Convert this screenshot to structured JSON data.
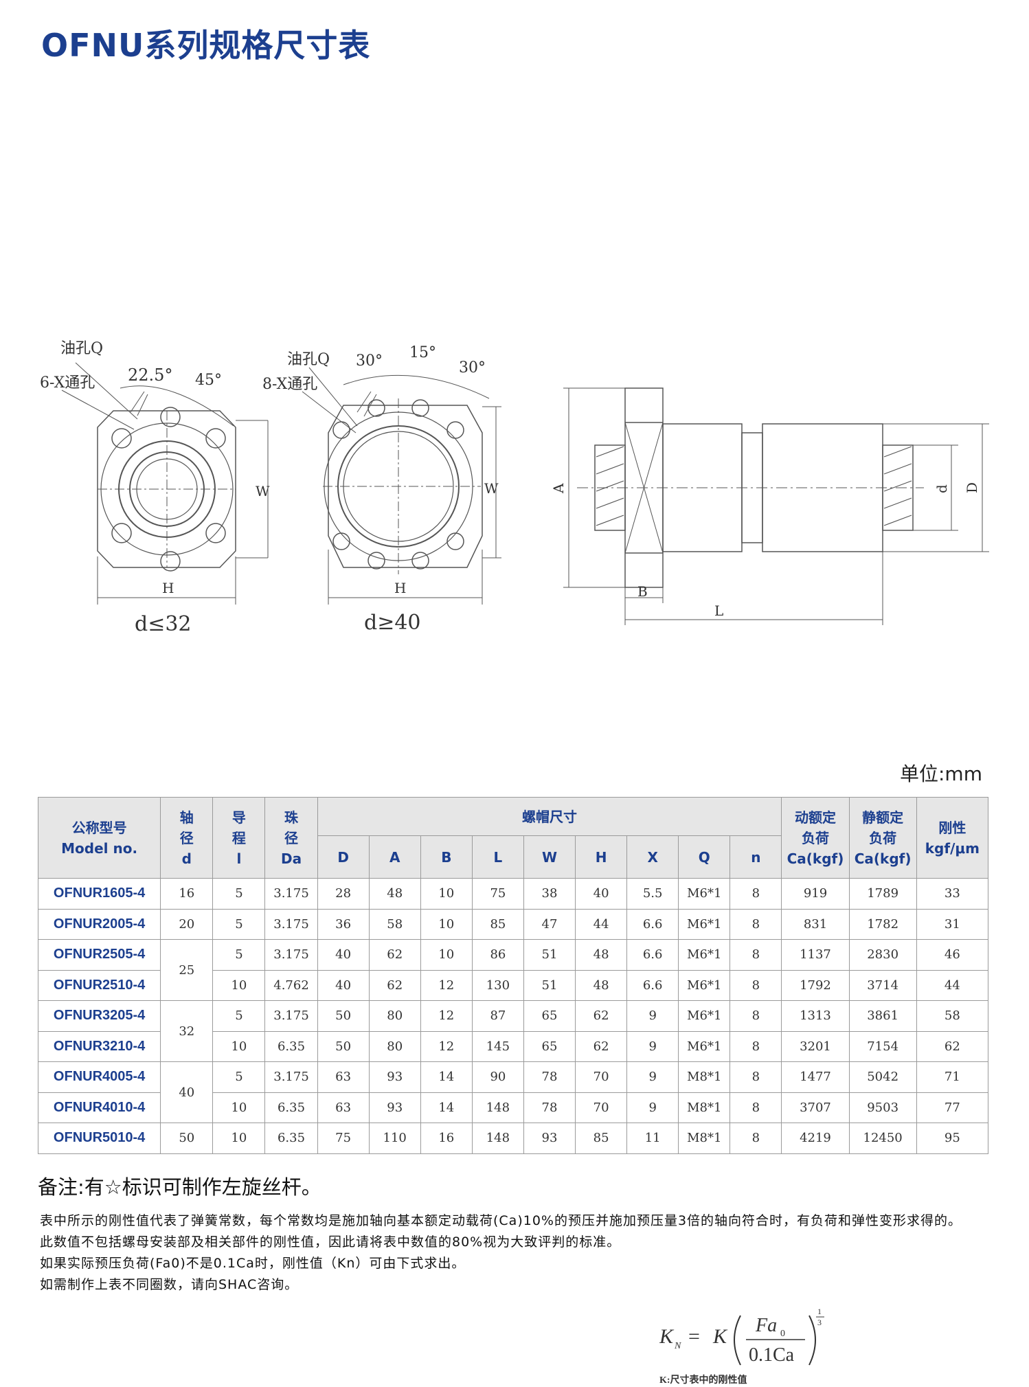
{
  "title": "OFNU系列规格尺寸表",
  "drawing": {
    "left_labels": {
      "oil": "油孔Q",
      "holes": "6-X通孔",
      "angle1": "22.5°",
      "angle2": "45°",
      "w": "W",
      "h": "H",
      "caption": "d≤32"
    },
    "middle_labels": {
      "oil": "油孔Q",
      "holes": "8-X通孔",
      "angle1": "30°",
      "angle2": "15°",
      "angle3": "30°",
      "w": "W",
      "h": "H",
      "caption": "d≥40"
    },
    "side_labels": {
      "a": "A",
      "b": "B",
      "l": "L",
      "d_small": "d",
      "d_big": "D"
    }
  },
  "unit": "单位:mm",
  "table": {
    "headers": {
      "model_cn": "公称型号",
      "model_en": "Model no.",
      "shaft": [
        "轴",
        "径",
        "d"
      ],
      "lead": [
        "导",
        "程",
        "l"
      ],
      "ball": [
        "珠",
        "径",
        "Da"
      ],
      "nut": "螺帽尺寸",
      "nut_cols": [
        "D",
        "A",
        "B",
        "L",
        "W",
        "H",
        "X",
        "Q",
        "n"
      ],
      "dyn": [
        "动额定",
        "负荷",
        "Ca(kgf)"
      ],
      "stat": [
        "静额定",
        "负荷",
        "Ca(kgf)"
      ],
      "rigid": [
        "刚性",
        "kgf/μm"
      ]
    },
    "rows": [
      {
        "model": "OFNUR1605-4",
        "d": "16",
        "l": "5",
        "Da": "3.175",
        "D": "28",
        "A": "48",
        "B": "10",
        "L": "75",
        "W": "38",
        "H": "40",
        "X": "5.5",
        "Q": "M6*1",
        "n": "8",
        "Ca": "919",
        "C0a": "1789",
        "K": "33"
      },
      {
        "model": "OFNUR2005-4",
        "d": "20",
        "l": "5",
        "Da": "3.175",
        "D": "36",
        "A": "58",
        "B": "10",
        "L": "85",
        "W": "47",
        "H": "44",
        "X": "6.6",
        "Q": "M6*1",
        "n": "8",
        "Ca": "831",
        "C0a": "1782",
        "K": "31"
      },
      {
        "model": "OFNUR2505-4",
        "d": "25",
        "l": "5",
        "Da": "3.175",
        "D": "40",
        "A": "62",
        "B": "10",
        "L": "86",
        "W": "51",
        "H": "48",
        "X": "6.6",
        "Q": "M6*1",
        "n": "8",
        "Ca": "1137",
        "C0a": "2830",
        "K": "46"
      },
      {
        "model": "OFNUR2510-4",
        "d": "",
        "l": "10",
        "Da": "4.762",
        "D": "40",
        "A": "62",
        "B": "12",
        "L": "130",
        "W": "51",
        "H": "48",
        "X": "6.6",
        "Q": "M6*1",
        "n": "8",
        "Ca": "1792",
        "C0a": "3714",
        "K": "44"
      },
      {
        "model": "OFNUR3205-4",
        "d": "32",
        "l": "5",
        "Da": "3.175",
        "D": "50",
        "A": "80",
        "B": "12",
        "L": "87",
        "W": "65",
        "H": "62",
        "X": "9",
        "Q": "M6*1",
        "n": "8",
        "Ca": "1313",
        "C0a": "3861",
        "K": "58"
      },
      {
        "model": "OFNUR3210-4",
        "d": "",
        "l": "10",
        "Da": "6.35",
        "D": "50",
        "A": "80",
        "B": "12",
        "L": "145",
        "W": "65",
        "H": "62",
        "X": "9",
        "Q": "M6*1",
        "n": "8",
        "Ca": "3201",
        "C0a": "7154",
        "K": "62"
      },
      {
        "model": "OFNUR4005-4",
        "d": "40",
        "l": "5",
        "Da": "3.175",
        "D": "63",
        "A": "93",
        "B": "14",
        "L": "90",
        "W": "78",
        "H": "70",
        "X": "9",
        "Q": "M8*1",
        "n": "8",
        "Ca": "1477",
        "C0a": "5042",
        "K": "71"
      },
      {
        "model": "OFNUR4010-4",
        "d": "",
        "l": "10",
        "Da": "6.35",
        "D": "63",
        "A": "93",
        "B": "14",
        "L": "148",
        "W": "78",
        "H": "70",
        "X": "9",
        "Q": "M8*1",
        "n": "8",
        "Ca": "3707",
        "C0a": "9503",
        "K": "77"
      },
      {
        "model": "OFNUR5010-4",
        "d": "50",
        "l": "10",
        "Da": "6.35",
        "D": "75",
        "A": "110",
        "B": "16",
        "L": "148",
        "W": "93",
        "H": "85",
        "X": "11",
        "Q": "M8*1",
        "n": "8",
        "Ca": "4219",
        "C0a": "12450",
        "K": "95"
      }
    ]
  },
  "note_head": "备注:有☆标识可制作左旋丝杆。",
  "notes": [
    "表中所示的刚性值代表了弹簧常数，每个常数均是施加轴向基本额定动载荷(Ca)10%的预压并施加预压量3倍的轴向符合时，有负荷和弹性变形求得的。",
    "此数值不包括螺母安装部及相关部件的刚性值，因此请将表中数值的80%视为大致评判的标准。",
    "如果实际预压负荷(Fa0)不是0.1Ca时，刚性值（Kn）可由下式求出。",
    "如需制作上表不同圈数，请向SHAC咨询。"
  ],
  "formula": {
    "lhs": "K",
    "lhs_sub": "N",
    "rhs": "K",
    "num": "Fa",
    "num_sub": "0",
    "den": "0.1Ca",
    "exp_num": "1",
    "exp_den": "3",
    "caption": "K:尺寸表中的刚性值"
  }
}
